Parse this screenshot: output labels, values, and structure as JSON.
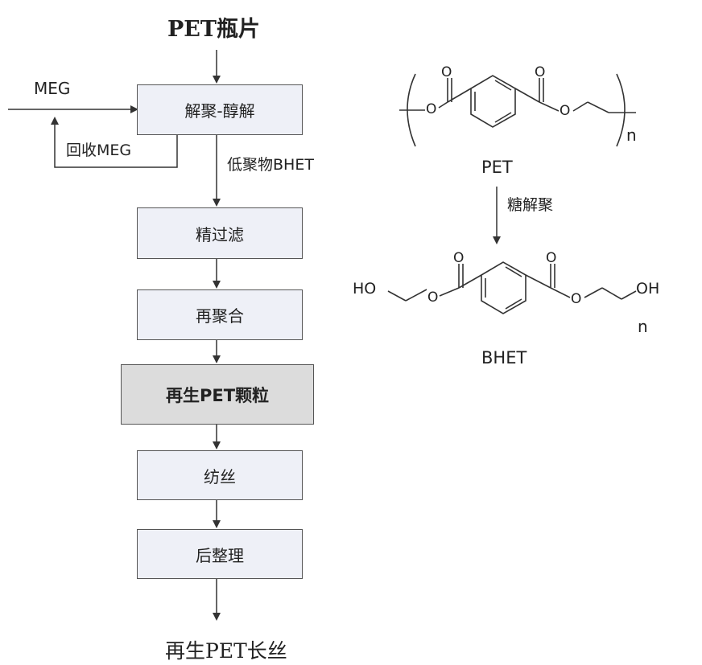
{
  "flow": {
    "input_title": "PET瓶片",
    "meg_label": "MEG",
    "recycle_label": "回收MEG",
    "oligomer_label": "低聚物BHET",
    "steps": [
      "解聚-醇解",
      "精过滤",
      "再聚合",
      "再生PET颗粒",
      "纺丝",
      "后整理"
    ],
    "output_title": "再生PET长丝"
  },
  "chemistry": {
    "pet_label": "PET",
    "reaction_label": "糖解聚",
    "bhet_label": "BHET",
    "repeat_n_top": "n",
    "repeat_n_bottom": "n",
    "ho_label": "HO",
    "oh_label": "OH",
    "o_label": "O"
  }
}
